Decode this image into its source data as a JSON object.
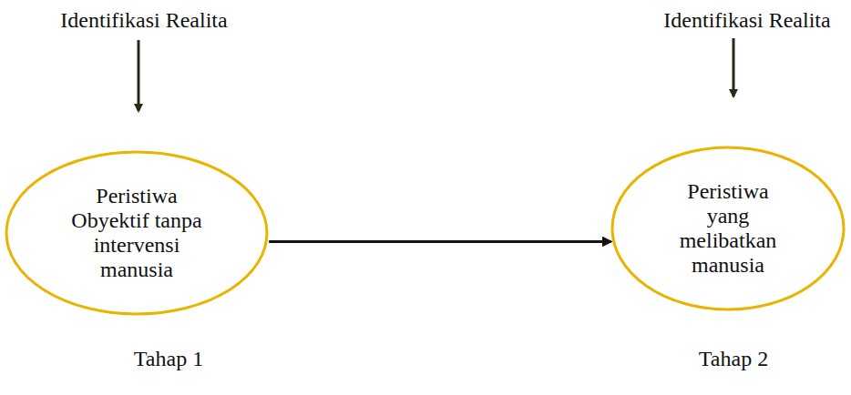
{
  "diagram": {
    "nodes": [
      {
        "text": [
          "Peristiwa Obyektif tanpa intervensi manusia"
        ]
      },
      {
        "text": [
          "Peristiwa yang melibatkan manusia"
        ]
      }
    ],
    "edges": [
      {
        "from": 0,
        "to": 1,
        "arrow": "to"
      }
    ],
    "labels": [
      "Identifikasi Realita",
      "Identifikasi Realita",
      "Tahap 1",
      "Tahap 2"
    ]
  }
}
